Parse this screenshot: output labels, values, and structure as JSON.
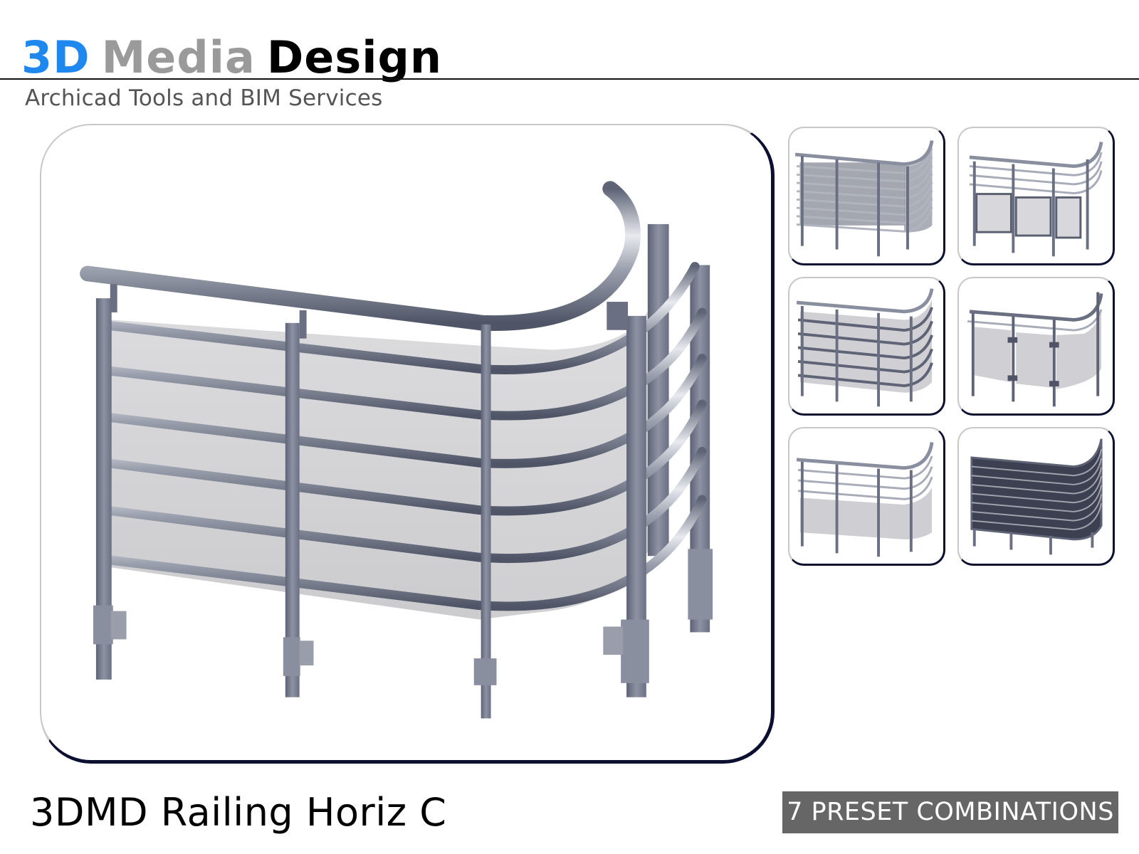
{
  "header": {
    "logo": {
      "part1": "3D",
      "part2": "Media",
      "part3": "Design"
    },
    "subtitle": "Archicad Tools and BIM Services"
  },
  "main_image": {
    "description": "3D render of curved horizontal-bar stainless steel railing with glass infill panels",
    "icon": "railing-render"
  },
  "thumbnails": [
    {
      "label": "perforated-mesh-infill-horizontal-bars"
    },
    {
      "label": "horizontal-bars-top-with-perforated-panels"
    },
    {
      "label": "horizontal-bars-with-glass-panel-point-fixings"
    },
    {
      "label": "glass-panels-with-clamps"
    },
    {
      "label": "top-bars-with-lower-glass-panel"
    },
    {
      "label": "full-perforated-mesh-panel"
    }
  ],
  "footer": {
    "product_title": "3DMD Railing Horiz C",
    "badge": "7 PRESET COMBINATIONS"
  },
  "colors": {
    "brand_blue": "#1e88ee",
    "brand_gray": "#9a9a9a",
    "brand_black": "#000000",
    "frame_shadow": "#0b1030",
    "badge_bg": "#666666",
    "metal": "#8a8fa0"
  }
}
